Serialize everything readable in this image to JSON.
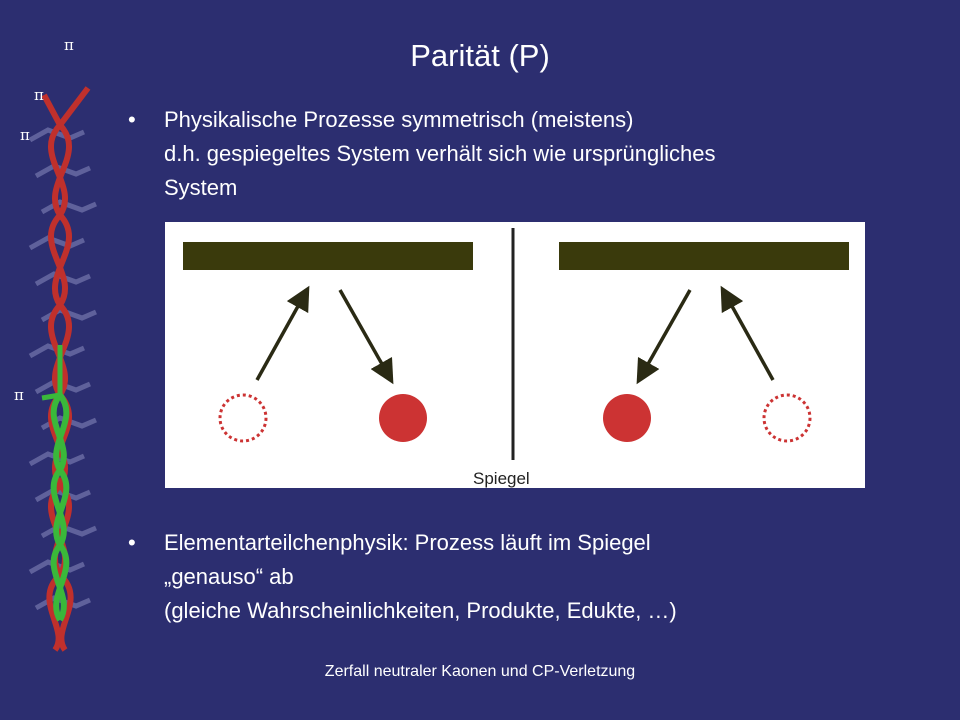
{
  "slide": {
    "title": "Parität (P)",
    "footer": "Zerfall neutraler Kaonen und CP-Verletzung"
  },
  "bullets": [
    {
      "marker": "•",
      "lines": [
        "Physikalische Prozesse symmetrisch (meistens)",
        "d.h. gespiegeltes System verhält sich wie ursprüngliches",
        "System"
      ]
    },
    {
      "marker": "•",
      "lines": [
        "Elementarteilchenphysik: Prozess läuft im Spiegel",
        "„genauso“ ab",
        "(gleiche Wahrscheinlichkeiten, Produkte, Edukte, …)"
      ]
    }
  ],
  "figure": {
    "mirror_label": "Spiegel",
    "colors": {
      "bar": "#3a3a0c",
      "ball": "#cc3333",
      "arrow": "#2a2a14",
      "mirror": "#222222"
    }
  },
  "decoration": {
    "pion_label": "π",
    "colors": {
      "strand_red": "#c0302c",
      "strand_green": "#3ab83a"
    }
  }
}
